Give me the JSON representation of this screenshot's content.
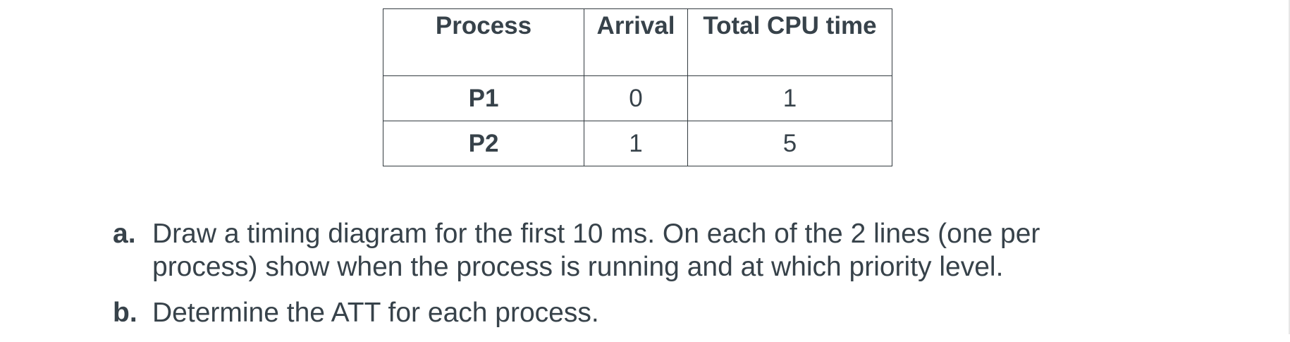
{
  "table": {
    "headers": [
      "Process",
      "Arrival",
      "Total CPU time"
    ],
    "rows": [
      {
        "process": "P1",
        "arrival": "0",
        "cpu_time": "1"
      },
      {
        "process": "P2",
        "arrival": "1",
        "cpu_time": "5"
      }
    ]
  },
  "questions": [
    {
      "label": "a.",
      "lines": [
        "Draw a timing diagram for the first 10 ms. On each of the 2 lines (one per",
        "process) show when the process is running and at which priority level."
      ]
    },
    {
      "label": "b.",
      "lines": [
        "Determine the ATT for each process."
      ]
    }
  ]
}
